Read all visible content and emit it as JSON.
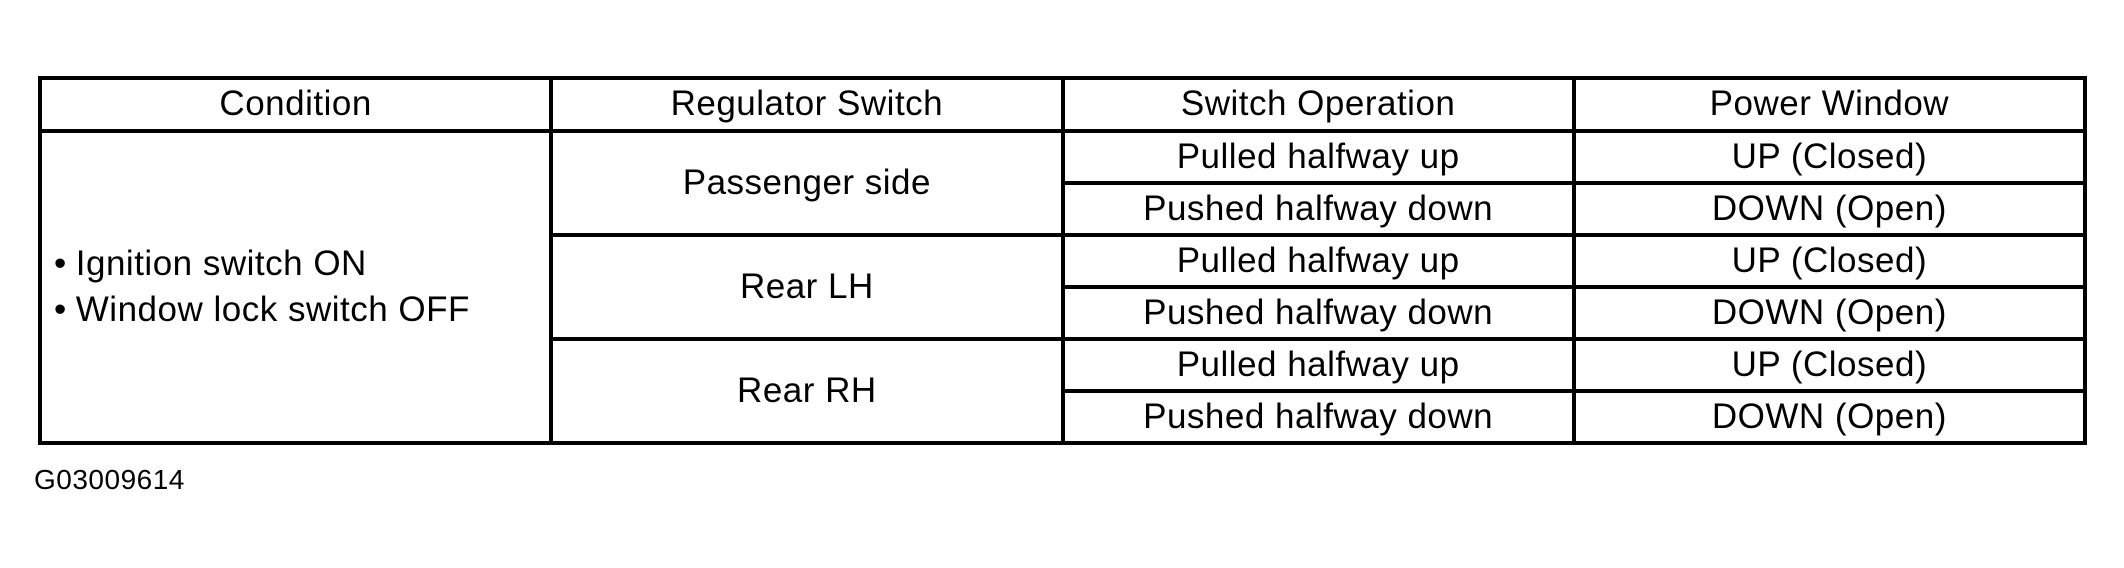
{
  "page": {
    "background": "#ffffff",
    "border_color": "#000000",
    "text_color": "#000000"
  },
  "figure_id": "G03009614",
  "table": {
    "headers": [
      "Condition",
      "Regulator Switch",
      "Switch Operation",
      "Power Window"
    ],
    "condition": {
      "bullet": "•",
      "items": [
        "Ignition switch ON",
        "Window lock switch OFF"
      ]
    },
    "groups": [
      {
        "regulator_switch": "Passenger side",
        "rows": [
          {
            "switch_operation": "Pulled halfway up",
            "power_window": "UP (Closed)"
          },
          {
            "switch_operation": "Pushed halfway down",
            "power_window": "DOWN (Open)"
          }
        ]
      },
      {
        "regulator_switch": "Rear LH",
        "rows": [
          {
            "switch_operation": "Pulled halfway up",
            "power_window": "UP (Closed)"
          },
          {
            "switch_operation": "Pushed halfway down",
            "power_window": "DOWN (Open)"
          }
        ]
      },
      {
        "regulator_switch": "Rear RH",
        "rows": [
          {
            "switch_operation": "Pulled halfway up",
            "power_window": "UP (Closed)"
          },
          {
            "switch_operation": "Pushed halfway down",
            "power_window": "DOWN (Open)"
          }
        ]
      }
    ]
  }
}
